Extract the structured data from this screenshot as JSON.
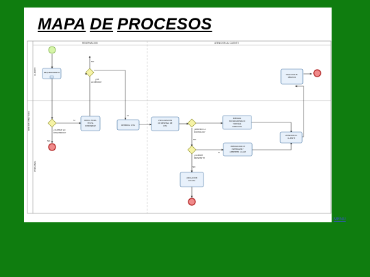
{
  "title": {
    "w1": "MAPA",
    "w2": "DE",
    "w3": "PROCESOS"
  },
  "pool": {
    "label": "RED DE MINUTARIA"
  },
  "lanes": {
    "cliente": "CLIENTE",
    "personal": "PERSONAL"
  },
  "phases": {
    "reservacion": "RESERVACION",
    "atencion": "ATENCION AL CLIENTE"
  },
  "tasks": {
    "requerimiento": "REQUERIMIENTO",
    "indica_line1": "INDICA HORA,",
    "indica_line2": "FECHA",
    "indica_line3": "DISPONIBLE",
    "reserva": "RESERVA CITA",
    "visualizacion_line1": "VISUALIZACION",
    "visualizacion_line2": "DE RESERVA DE",
    "visualizacion_line3": "CITA",
    "preparar_mov_line1": "PREPARAR",
    "preparar_mov_line2": "MOVILIDAD/PARA IR",
    "preparar_mov_line3": "Y REVISAR",
    "preparar_mov_line4": "DIRECCION",
    "preparacion_mat_line1": "PREPARACION DE",
    "preparacion_mat_line2": "MATERIALES Y",
    "preparacion_mat_line3": "AMBIENTES A LLAM",
    "atencion_line1": "ATENCION AL",
    "atencion_line2": "CLIENTE",
    "pago_line1": "PAGO POR EL",
    "pago_line2": "SERVICIO",
    "anulacion_line1": "ANULACION",
    "anulacion_line2": "DE CITA"
  },
  "gateways": {
    "acuerdo_line1": "¿DE",
    "acuerdo_line2": "ACUERDO?",
    "cumple_line1": "¿CUMPLE LO",
    "cumple_line2": "REQUERIDO?",
    "servicio_line1": "¿SERVICIO A",
    "servicio_line2": "DOMICILIO?",
    "presente_line1": "¿CLIENTE",
    "presente_line2": "PRESENTE?"
  },
  "flow_labels": {
    "no_acuerdo": "NO",
    "si_acuerdo": "SI",
    "si_cumple": "SI",
    "no_cumple": "NO",
    "no_servicio": "NO",
    "si_presente": "SI",
    "no_presente": "NO"
  },
  "menu": {
    "label": "MENU"
  },
  "colors": {
    "background": "#0f7d0f",
    "task_fill": "#e8f1fb",
    "task_stroke": "#3f6f9f",
    "gateway_fill": "#f6f3a6",
    "start_fill": "#d6f5a8",
    "end_fill": "#f08a8a"
  }
}
